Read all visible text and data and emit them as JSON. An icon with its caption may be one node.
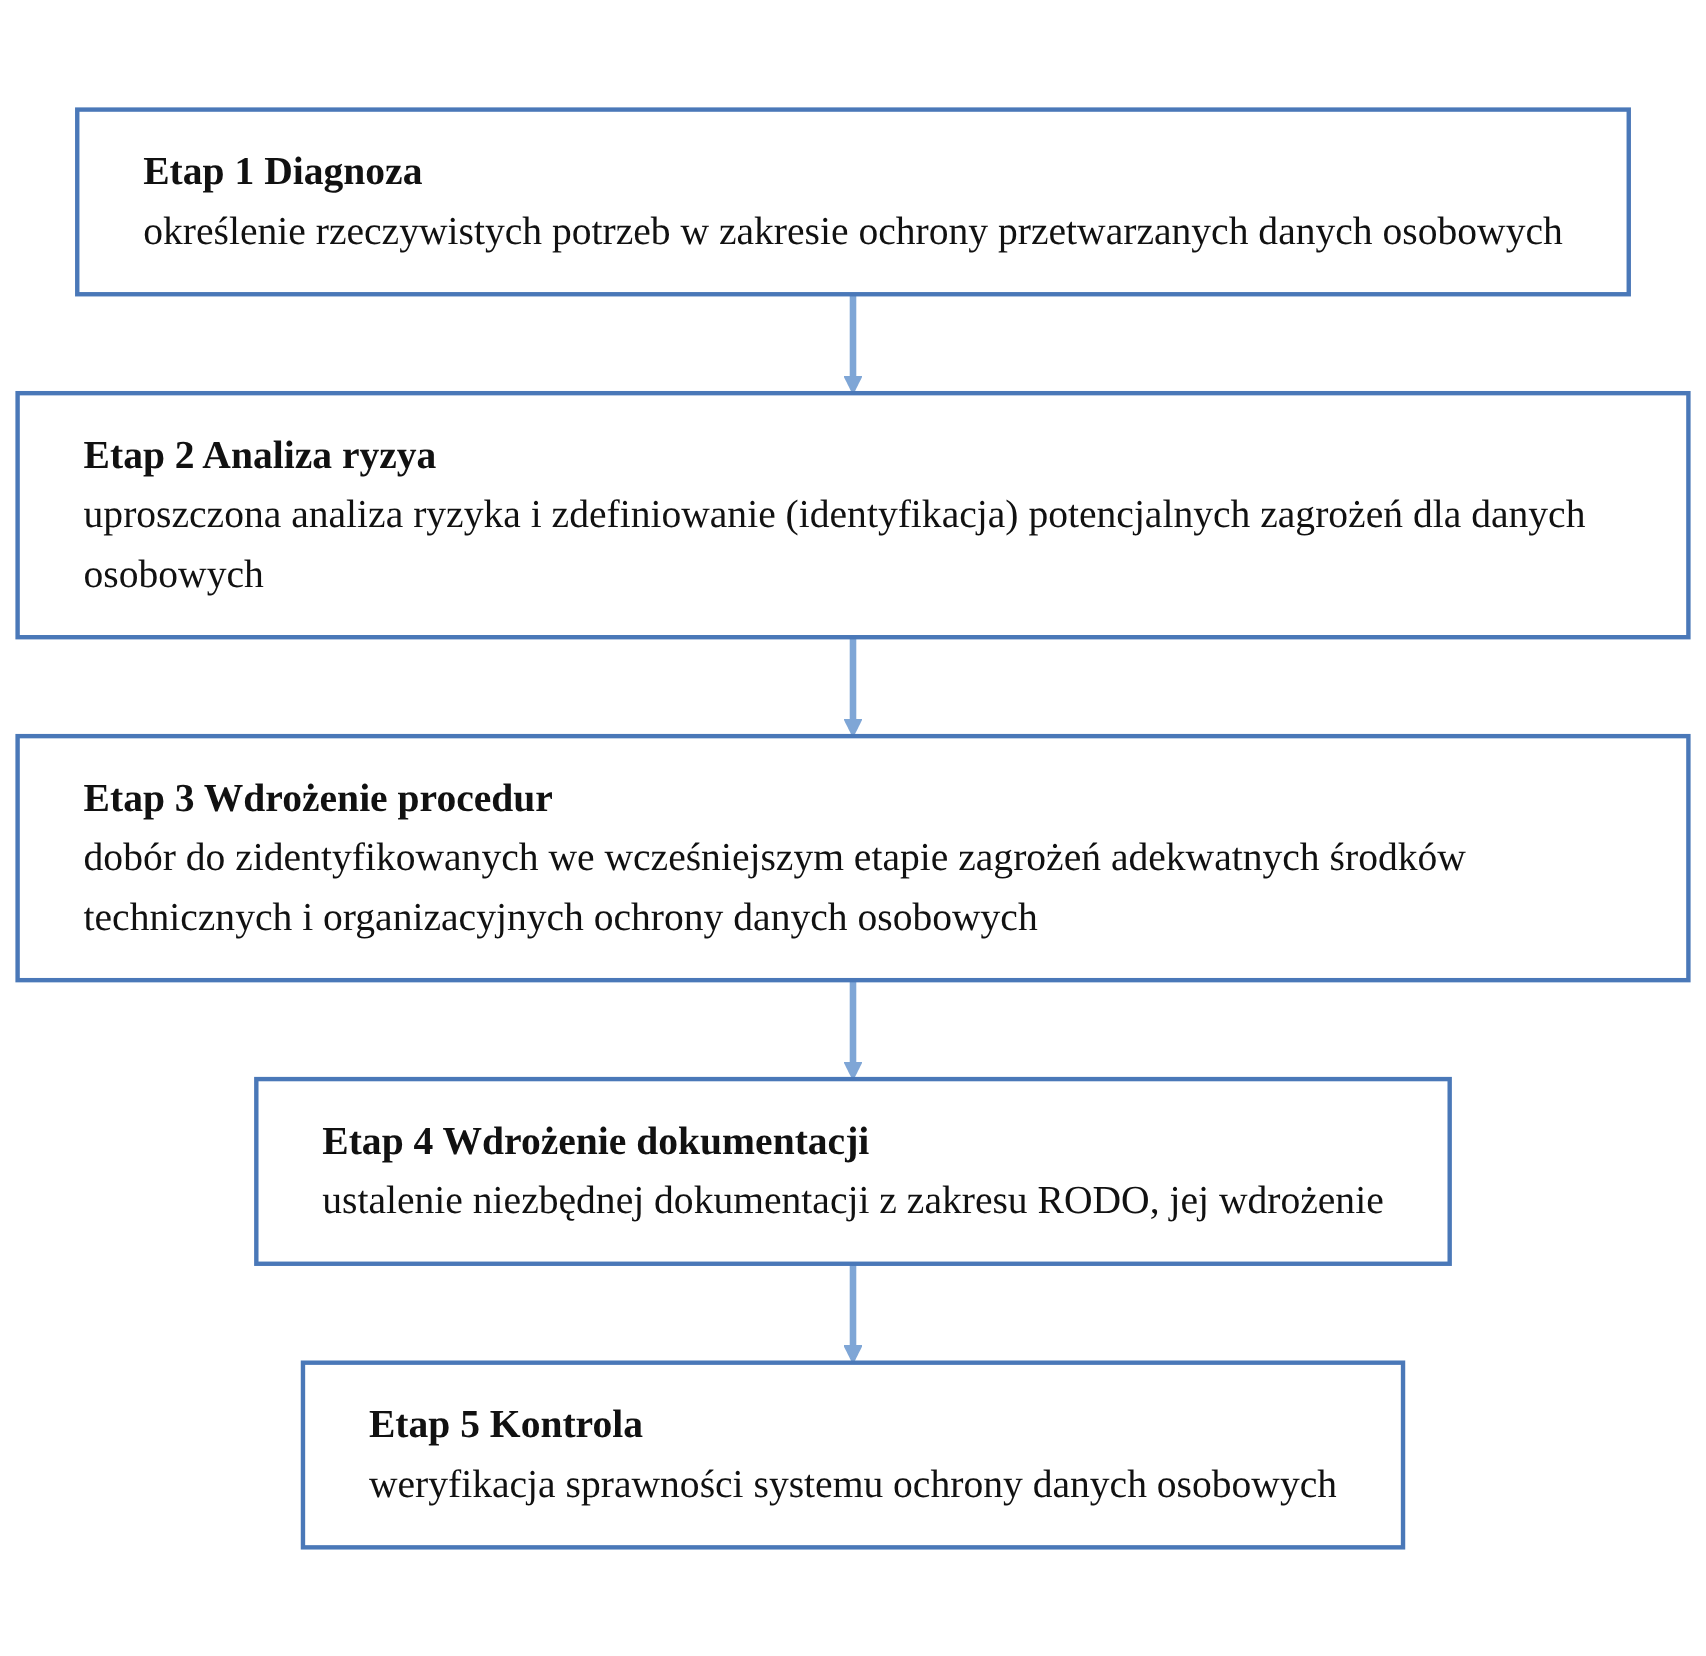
{
  "diagram": {
    "nodes": [
      {
        "text": [
          "Etap 1 Diagnoza",
          "określenie rzeczywistych potrzeb w zakresie ochrony przetwarzanych danych osobowych"
        ]
      },
      {
        "text": [
          "Etap 2 Analiza ryzya",
          "uproszczona analiza ryzyka i zdefiniowanie (identyfikacja) potencjalnych zagrożeń dla danych osobowych"
        ]
      },
      {
        "text": [
          "Etap 3 Wdrożenie procedur",
          "dobór do zidentyfikowanych we wcześniejszym etapie zagrożeń adekwatnych środków technicznych i organizacyjnych ochrony danych osobowych"
        ]
      },
      {
        "text": [
          "Etap 4 Wdrożenie dokumentacji",
          "ustalenie niezbędnej dokumentacji z zakresu RODO, jej wdrożenie"
        ]
      },
      {
        "text": [
          "Etap 5 Kontrola",
          "weryfikacja sprawności systemu ochrony danych osobowych"
        ]
      }
    ],
    "edges": [
      {
        "from": 0,
        "to": 1,
        "arrow": "to"
      },
      {
        "from": 1,
        "to": 2,
        "arrow": "to"
      },
      {
        "from": 2,
        "to": 3,
        "arrow": "to"
      },
      {
        "from": 3,
        "to": 4,
        "arrow": "to"
      }
    ]
  }
}
